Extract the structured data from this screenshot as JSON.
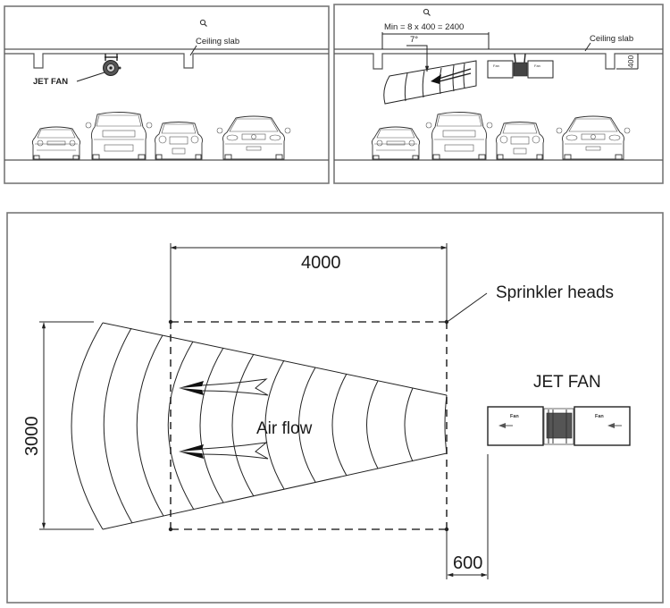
{
  "panel_left": {
    "ceiling_label": "Ceiling slab",
    "jet_fan_label": "JET FAN",
    "cars": [
      "sedan",
      "suv",
      "compact",
      "sedan"
    ]
  },
  "panel_right": {
    "ceiling_label": "Ceiling slab",
    "min_spacing_label": "Min = 8 x 400 = 2400",
    "angle_label": "7°",
    "depth_label": "400",
    "cars": [
      "sedan",
      "suv",
      "compact",
      "sedan"
    ]
  },
  "plan": {
    "length_dim": "4000",
    "width_dim": "3000",
    "offset_dim": "600",
    "sprinkler_label": "Sprinkler heads",
    "airflow_label": "Air flow",
    "jet_fan_label": "JET FAN",
    "fan_box_left_label": "Fan",
    "fan_box_right_label": "Fan"
  },
  "icons": {
    "magnifier": "magnifier-icon",
    "flow_arrow": "airflow-arrow-icon"
  }
}
